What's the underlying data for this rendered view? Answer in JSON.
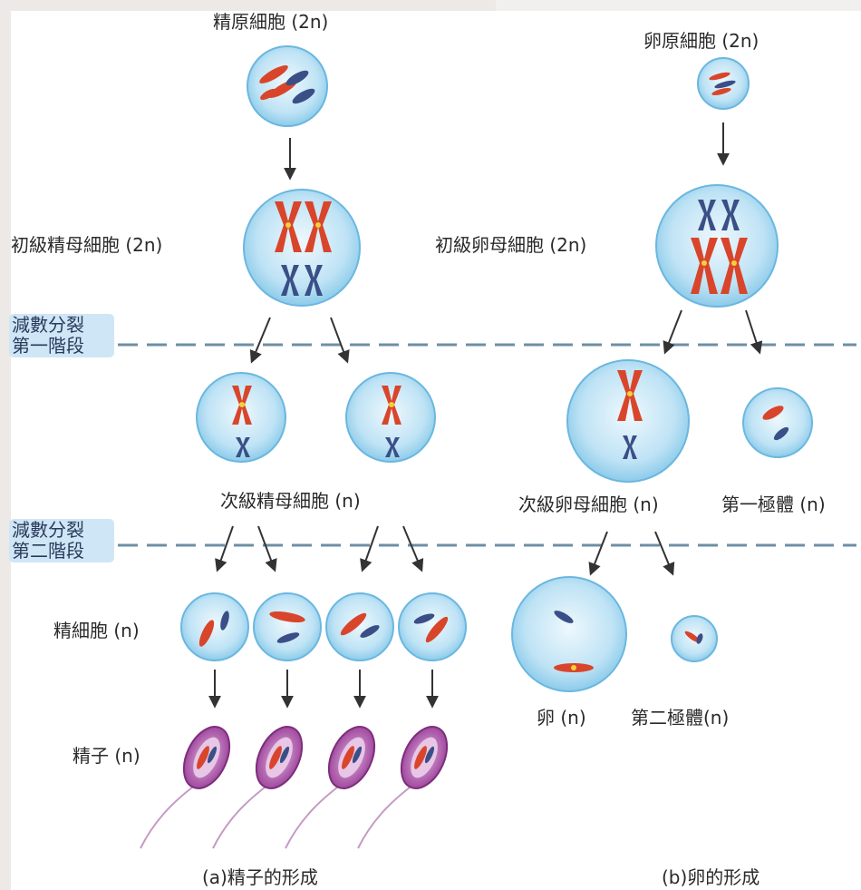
{
  "labels": {
    "spermatogonium": "精原細胞 (2n)",
    "oogonium": "卵原細胞 (2n)",
    "primary_spermatocyte": "初級精母細胞 (2n)",
    "primary_oocyte": "初級卵母細胞 (2n)",
    "secondary_spermatocyte": "次級精母細胞 (n)",
    "secondary_oocyte": "次級卵母細胞 (n)",
    "first_polar_body": "第一極體 (n)",
    "spermatid": "精細胞 (n)",
    "sperm": "精子 (n)",
    "egg": "卵 (n)",
    "second_polar_body": "第二極體(n)"
  },
  "stages": {
    "meiosis_1_line1": "減數分裂",
    "meiosis_1_line2": "第一階段",
    "meiosis_2_line1": "減數分裂",
    "meiosis_2_line2": "第二階段"
  },
  "captions": {
    "a": "(a)精子的形成",
    "b": "(b)卵的形成"
  },
  "colors": {
    "cell_fill": "#bfe3f5",
    "cell_stroke": "#6ab7e0",
    "chromosome_red": "#d9452b",
    "chromosome_blue": "#3a4f86",
    "centromere": "#f2d23a",
    "sperm_head": "#a84ea6",
    "divider": "#6d8fa6",
    "arrow": "#333333"
  }
}
